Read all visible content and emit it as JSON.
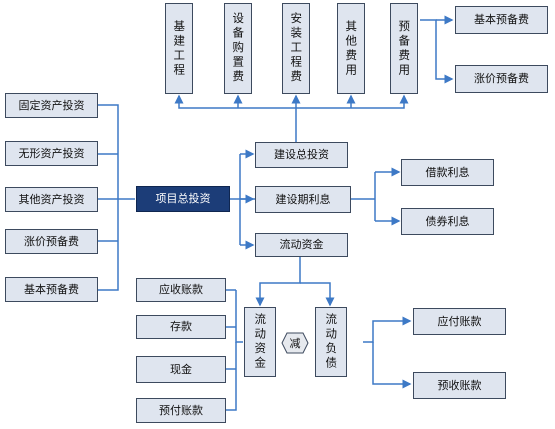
{
  "center": "项目总投资",
  "left_items": [
    "固定资产投资",
    "无形资产投资",
    "其他资产投资",
    "涨价预备费",
    "基本预备费"
  ],
  "top_items": [
    "基建工程",
    "设备购置费",
    "安装工程费",
    "其他费用",
    "预备费用"
  ],
  "reserve_items": [
    "基本预备费",
    "涨价预备费"
  ],
  "branches": [
    "建设总投资",
    "建设期利息",
    "流动资金"
  ],
  "interest_items": [
    "借款利息",
    "债券利息"
  ],
  "current_assets_label": "流动资金",
  "current_liabilities_label": "流动负债",
  "minus_label": "减",
  "asset_items": [
    "应收账款",
    "存款",
    "现金",
    "预付账款"
  ],
  "liability_items": [
    "应付账款",
    "预收账款"
  ]
}
